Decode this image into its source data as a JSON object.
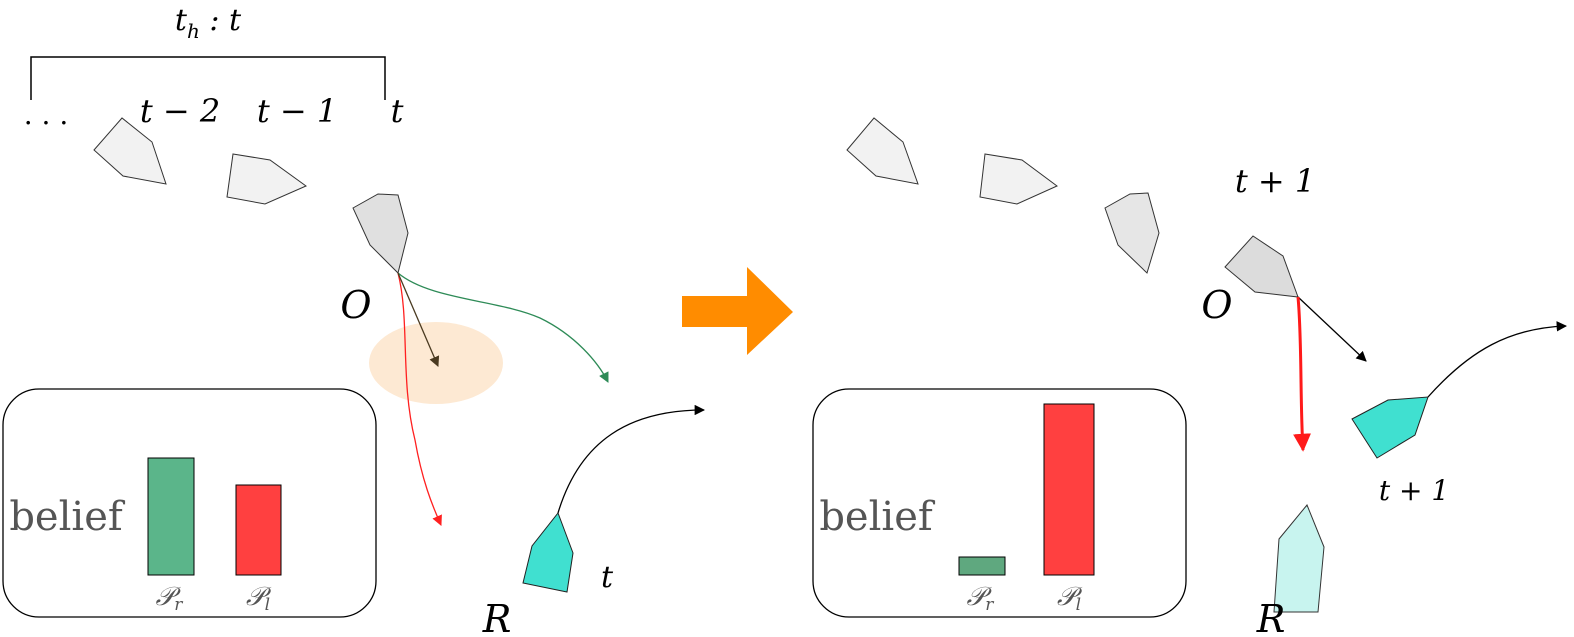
{
  "left_panel": {
    "bracket_label": "t_h : t",
    "history_labels": {
      "ellipsis": ". . .",
      "t_minus_2": "t − 2",
      "t_minus_1": "t − 1",
      "t": "t"
    },
    "other_label": "O",
    "robot_label": "R",
    "robot_time_label": "t",
    "belief_box": {
      "label": "belief",
      "bars": [
        {
          "name": "P_r",
          "label": "𝒫",
          "sub": "r",
          "value": 0.65,
          "color": "#5bb58a"
        },
        {
          "name": "P_l",
          "label": "𝒫",
          "sub": "l",
          "value": 0.5,
          "color": "#ff4040"
        }
      ]
    }
  },
  "right_panel": {
    "other_time_label": "t + 1",
    "other_label": "O",
    "robot_label": "R",
    "robot_time_label": "t + 1",
    "belief_box": {
      "label": "belief",
      "bars": [
        {
          "name": "P_r",
          "label": "𝒫",
          "sub": "r",
          "value": 0.1,
          "color": "#5fa87f"
        },
        {
          "name": "P_l",
          "label": "𝒫",
          "sub": "l",
          "value": 0.95,
          "color": "#ff4040"
        }
      ]
    }
  },
  "colors": {
    "transition_arrow": "#ff8c00",
    "robot": "#40e0d0",
    "robot_ghost": "#c8f4ef",
    "ghost_agent": "#f2f2f2",
    "current_agent": "#d9d9d9",
    "uncertainty_ellipse": "#fde9d3",
    "right_prediction": "#2e8b57",
    "left_prediction": "#ff2020"
  }
}
